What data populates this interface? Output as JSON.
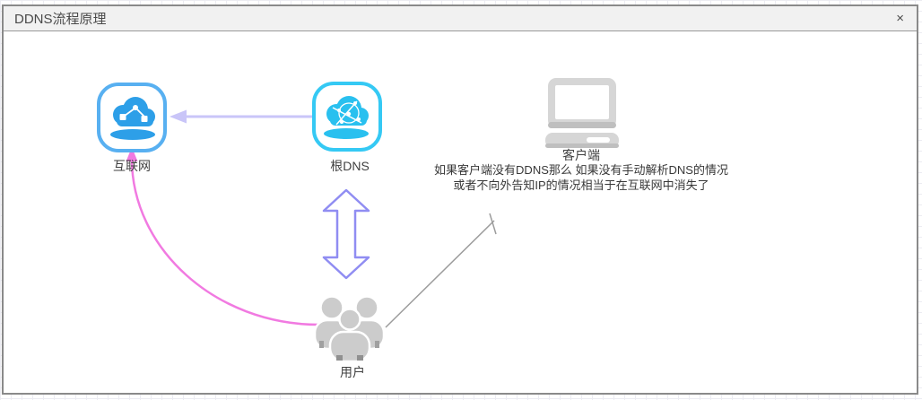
{
  "window": {
    "title": "DDNS流程原理",
    "close_glyph": "×"
  },
  "diagram": {
    "nodes": [
      {
        "id": "internet",
        "label": "互联网",
        "icon": "cloud-network-icon"
      },
      {
        "id": "root-dns",
        "label": "根DNS",
        "icon": "cloud-globe-icon"
      },
      {
        "id": "client",
        "label": "客户端",
        "icon": "computer-icon"
      },
      {
        "id": "users",
        "label": "用户",
        "icon": "user-group-icon"
      }
    ],
    "annotation": {
      "line1": "如果客户端没有DDNS那么 如果没有手动解析DNS的情况",
      "line2": "或者不向外告知IP的情况相当于在互联网中消失了"
    },
    "connectors": [
      {
        "id": "dns-to-internet",
        "type": "arrow",
        "color": "#c9c5f8"
      },
      {
        "id": "dns-users-exchange",
        "type": "double-arrow",
        "color": "#908df2"
      },
      {
        "id": "users-to-internet",
        "type": "curved-arrow",
        "color": "#f17ae1"
      },
      {
        "id": "users-to-client",
        "type": "line-with-tick",
        "color": "#9c9c9c"
      }
    ],
    "colors": {
      "internet_fill": "#2d9fe8",
      "internet_border": "#58b0f1",
      "dns_fill": "#29c0ef",
      "dns_border": "#35c9f4",
      "lavender_arrow": "#c9c5f8",
      "double_arrow_stroke": "#908df2",
      "pink_curve": "#f17ae1",
      "gray_line": "#9c9c9c",
      "device_fill": "#d6d6d6",
      "device_shadow": "#bfbfbf",
      "users_fill": "#cccccc",
      "titlebar_bg": "#f1f1f1",
      "dialog_border": "#8a8a8a",
      "text_color": "#3f3f3f"
    }
  }
}
